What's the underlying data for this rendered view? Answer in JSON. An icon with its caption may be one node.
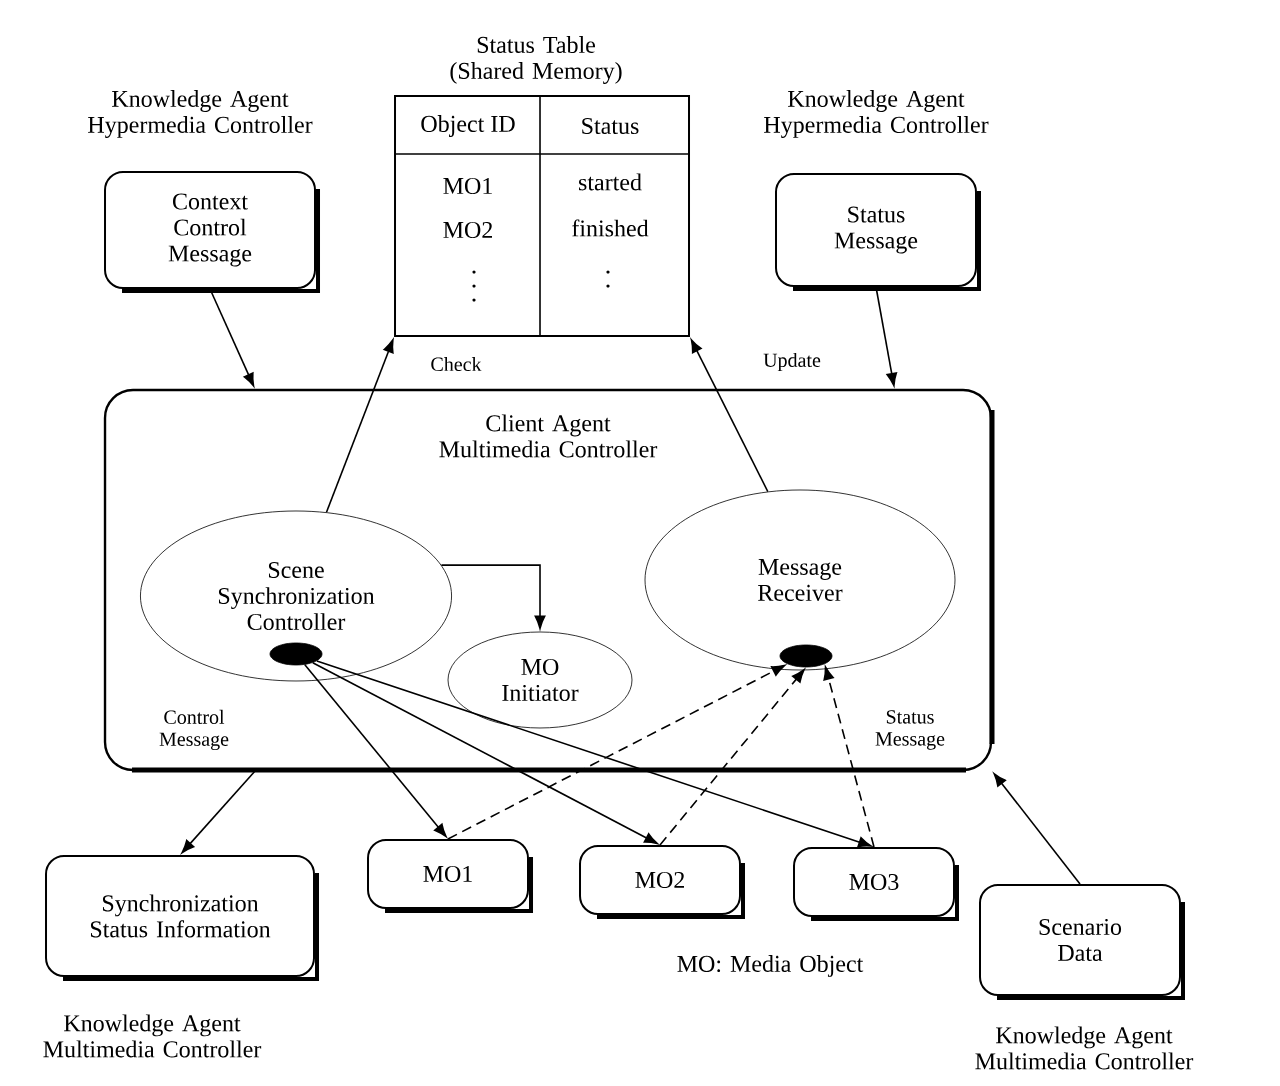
{
  "diagram": {
    "nodes": [
      {
        "text": [
          "Status Table (Shared Memory)",
          "Object ID",
          "Status",
          "MO1",
          "started",
          "MO2",
          "finished"
        ]
      },
      {
        "text": [
          "Context Control Message"
        ],
        "beside": [
          "Knowledge Agent Hypermedia Controller"
        ]
      },
      {
        "text": [
          "Status Message"
        ],
        "beside": [
          "Knowledge Agent Hypermedia Controller"
        ]
      },
      {
        "text": [
          "Client Agent Multimedia Controller"
        ]
      },
      {
        "text": [
          "Scene Synchronization Controller"
        ],
        "in": 3
      },
      {
        "text": [
          "Message Receiver"
        ],
        "in": 3
      },
      {
        "text": [
          "MO Initiator"
        ],
        "in": 3
      },
      {
        "text": [],
        "shape": "circle",
        "in": 4
      },
      {
        "text": [],
        "shape": "circle",
        "in": 5
      },
      {
        "text": [
          "Synchronization Status Information"
        ],
        "beside": [
          "Knowledge Agent Multimedia Controller"
        ]
      },
      {
        "text": [
          "MO1"
        ]
      },
      {
        "text": [
          "MO2"
        ]
      },
      {
        "text": [
          "MO3"
        ]
      },
      {
        "text": [
          "Scenario Data"
        ],
        "beside": [
          "Knowledge Agent Multimedia Controller"
        ]
      }
    ],
    "edges": [
      {
        "from": 1,
        "to": 3,
        "arrow": "to"
      },
      {
        "from": 2,
        "to": 3,
        "arrow": "to"
      },
      {
        "from": 4,
        "to": 0,
        "arrow": "to",
        "label": "Check"
      },
      {
        "from": 5,
        "to": 0,
        "arrow": "to",
        "label": "Update"
      },
      {
        "from": 4,
        "to": 6,
        "arrow": "to"
      },
      {
        "from": 7,
        "to": 10,
        "arrow": "to"
      },
      {
        "from": 7,
        "to": 11,
        "arrow": "to"
      },
      {
        "from": 7,
        "to": 12,
        "arrow": "to"
      },
      {
        "from": 10,
        "to": 8,
        "arrow": "to",
        "style": "dashed"
      },
      {
        "from": 11,
        "to": 8,
        "arrow": "to",
        "style": "dashed"
      },
      {
        "from": 12,
        "to": 8,
        "arrow": "to",
        "style": "dashed"
      },
      {
        "from": 3,
        "to": 9,
        "arrow": "to"
      },
      {
        "from": 13,
        "to": 3,
        "arrow": "to"
      }
    ],
    "labels": [
      "Control Message",
      "Status Message",
      "MO: Media Object"
    ]
  }
}
